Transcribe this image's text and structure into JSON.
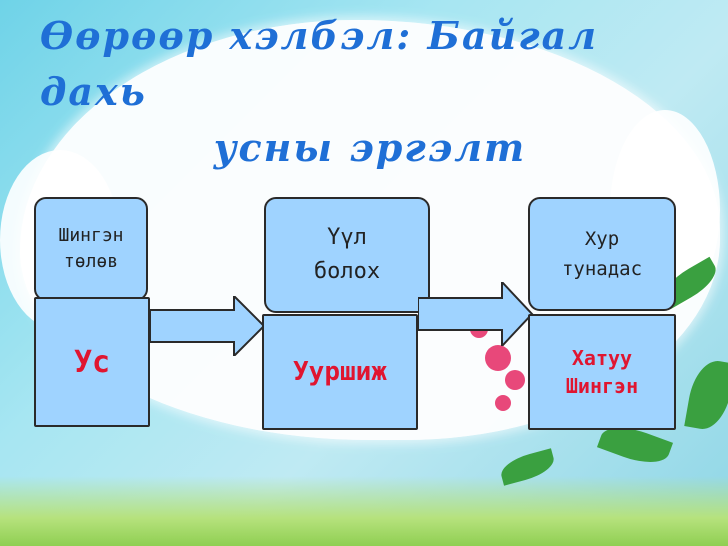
{
  "title": {
    "line1": "Өөрөөр хэлбэл: Байгал дахь",
    "line2": "усны эргэлт"
  },
  "states": [
    {
      "label_top": "Шингэн",
      "label_bottom": "төлөв",
      "value": "Ус"
    },
    {
      "label_top": "Үүл",
      "label_bottom": "болох",
      "value": "Ууршиж"
    },
    {
      "label_top": "Хур",
      "label_bottom": "тунадас",
      "value_top": "Хатуу",
      "value_bottom": "Шингэн"
    }
  ],
  "colors": {
    "title": "#1f6fd6",
    "box_fill": "#9fd3ff",
    "value_text": "#e01530"
  }
}
